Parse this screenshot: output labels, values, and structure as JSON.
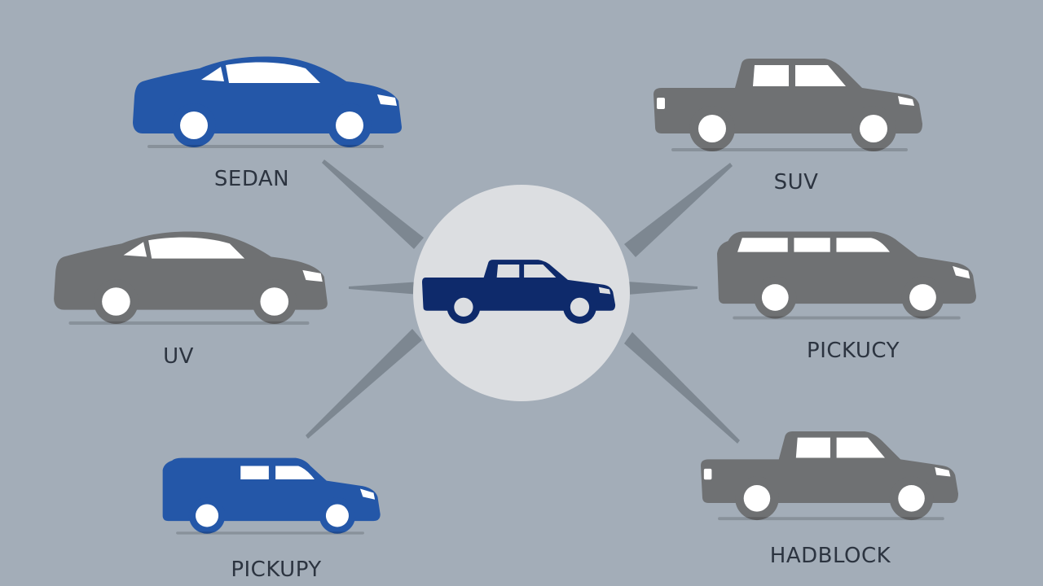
{
  "colors": {
    "background": "#a3adb8",
    "blue": "#2457a8",
    "gray": "#6f7173",
    "navy": "#0e2a6b",
    "hub": "#dcdee1",
    "spokes": "#7d8791",
    "label": "#2c3440"
  },
  "hub": {
    "icon": "pickup-truck-icon"
  },
  "vehicles": [
    {
      "id": "sedan",
      "label": "SEDAN",
      "icon": "sedan-icon",
      "color": "blue"
    },
    {
      "id": "suv",
      "label": "SUV",
      "icon": "pickup-truck-icon",
      "color": "gray"
    },
    {
      "id": "uv",
      "label": "UV",
      "icon": "sedan-icon",
      "color": "gray"
    },
    {
      "id": "pickucy",
      "label": "PICKUCY",
      "icon": "suv-icon",
      "color": "gray"
    },
    {
      "id": "pickupy",
      "label": "PICKUPY",
      "icon": "van-icon",
      "color": "blue"
    },
    {
      "id": "hadblock",
      "label": "HADBLOCK",
      "icon": "pickup-truck-icon",
      "color": "gray"
    }
  ]
}
